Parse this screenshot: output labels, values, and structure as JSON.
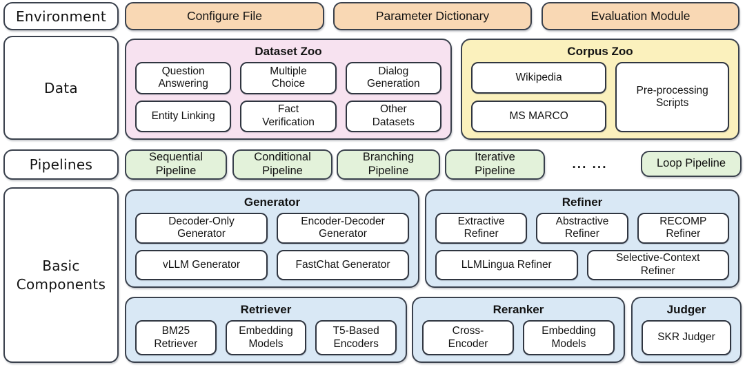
{
  "colors": {
    "peach": "#f9d8b4",
    "pink": "#f7e2f0",
    "yellow": "#fbf1bd",
    "green": "#e3f2da",
    "blue": "#d9e8f5",
    "border": "#39404c",
    "chip_bg": "#ffffff"
  },
  "left_labels": {
    "environment": "Environment",
    "data": "Data",
    "pipelines": "Pipelines",
    "components": "Basic\nComponents"
  },
  "environment_row": {
    "items": [
      "Configure File",
      "Parameter Dictionary",
      "Evaluation Module"
    ]
  },
  "data_row": {
    "dataset_zoo": {
      "title": "Dataset Zoo",
      "items": [
        "Question\nAnswering",
        "Multiple\nChoice",
        "Dialog\nGeneration",
        "Entity Linking",
        "Fact\nVerification",
        "Other\nDatasets"
      ]
    },
    "corpus_zoo": {
      "title": "Corpus Zoo",
      "stack": [
        "Wikipedia",
        "MS MARCO"
      ],
      "side": "Pre-processing\nScripts"
    }
  },
  "pipelines_row": {
    "items": [
      "Sequential\nPipeline",
      "Conditional\nPipeline",
      "Branching\nPipeline",
      "Iterative\nPipeline"
    ],
    "ellipsis": "... ...",
    "loop": "Loop Pipeline"
  },
  "components": {
    "generator": {
      "title": "Generator",
      "items": [
        "Decoder-Only\nGenerator",
        "Encoder-Decoder\nGenerator",
        "vLLM Generator",
        "FastChat Generator"
      ]
    },
    "refiner": {
      "title": "Refiner",
      "top": [
        "Extractive\nRefiner",
        "Abstractive\nRefiner",
        "RECOMP\nRefiner"
      ],
      "bottom": [
        "LLMLingua Refiner",
        "Selective-Context\nRefiner"
      ]
    },
    "retriever": {
      "title": "Retriever",
      "items": [
        "BM25\nRetriever",
        "Embedding\nModels",
        "T5-Based\nEncoders"
      ]
    },
    "reranker": {
      "title": "Reranker",
      "items": [
        "Cross-\nEncoder",
        "Embedding\nModels"
      ]
    },
    "judger": {
      "title": "Judger",
      "items": [
        "SKR Judger"
      ]
    }
  }
}
